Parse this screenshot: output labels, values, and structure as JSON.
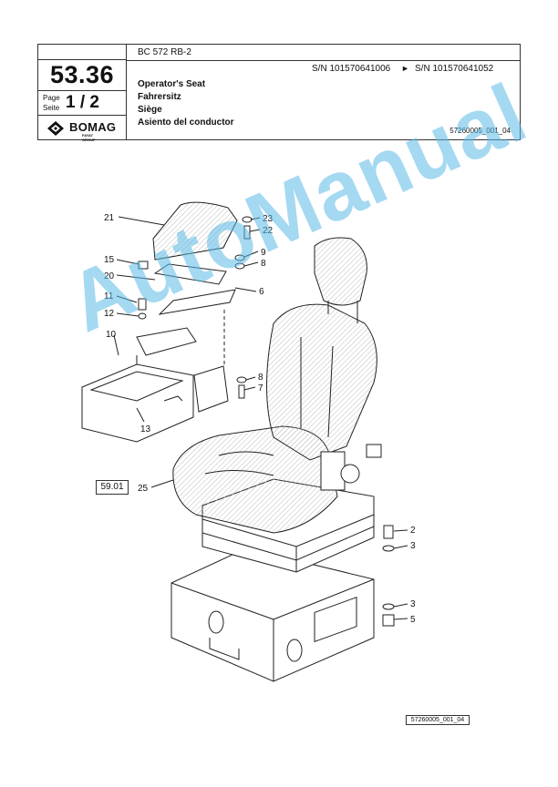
{
  "header": {
    "page_number": "53.36",
    "page_label_en": "Page",
    "page_label_de": "Seite",
    "page_value": "1 / 2",
    "brand": "BOMAG",
    "brand_sub": "FAYAT GROUP",
    "model": "BC 572 RB-2",
    "sn_from": "S/N 101570641006",
    "sn_arrow": "►",
    "sn_to": "S/N 101570641052",
    "titles": [
      "Operator's Seat",
      "Fahrersitz",
      "Siège",
      "Asiento del conductor"
    ],
    "drawing_code": "57260005_001_04"
  },
  "callouts": [
    "21",
    "23",
    "22",
    "9",
    "8",
    "15",
    "20",
    "6",
    "11",
    "12",
    "10",
    "8",
    "7",
    "13",
    "25",
    "2",
    "3",
    "3",
    "5"
  ],
  "reference_box": "59.01",
  "bottom_code": "57260005_001_04",
  "watermark": "AutoManual",
  "colors": {
    "watermark": "#5ab9e6",
    "line": "#333333"
  }
}
